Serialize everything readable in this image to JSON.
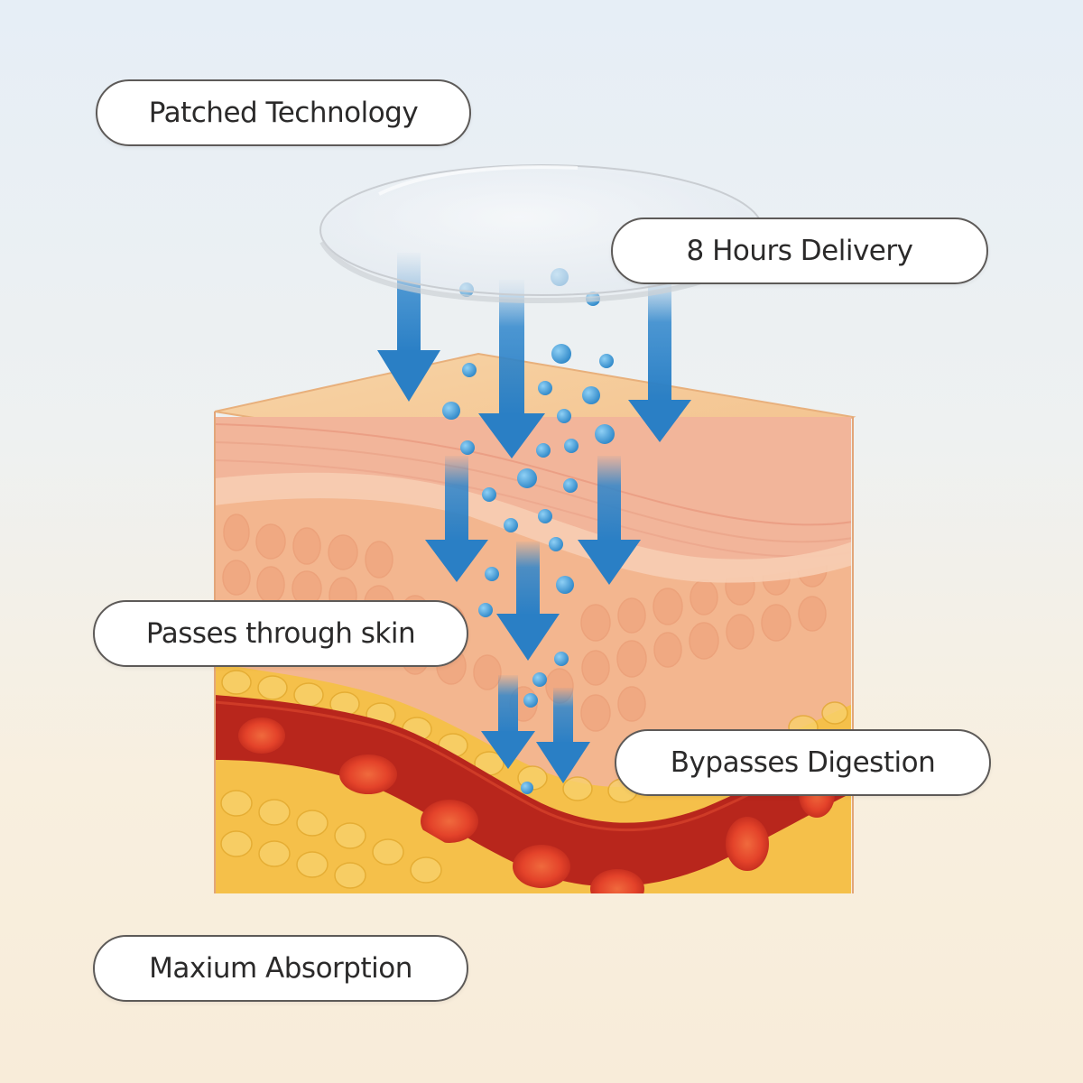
{
  "labels": {
    "patched_technology": "Patched Technology",
    "hours_delivery": "8 Hours Delivery",
    "passes_through_skin": "Passes through skin",
    "bypasses_digestion": "Bypasses Digestion",
    "maximum_absorption": "Maxium Absorption"
  },
  "colors": {
    "arrow_blue": "#2f86cc",
    "particle_blue": "#3f9bd6",
    "skin_top": "#f6c99a",
    "epidermis": "#f0b896",
    "dermis": "#f2b08a",
    "fat_layer": "#f6c24a",
    "blood_vessel": "#b8261c",
    "red_cell": "#e5452b",
    "pill_border": "#5d5a58"
  },
  "icons": {
    "patch": "transdermal-patch-disc",
    "arrows": "down-arrow-icon",
    "particles": "molecule-dot"
  }
}
